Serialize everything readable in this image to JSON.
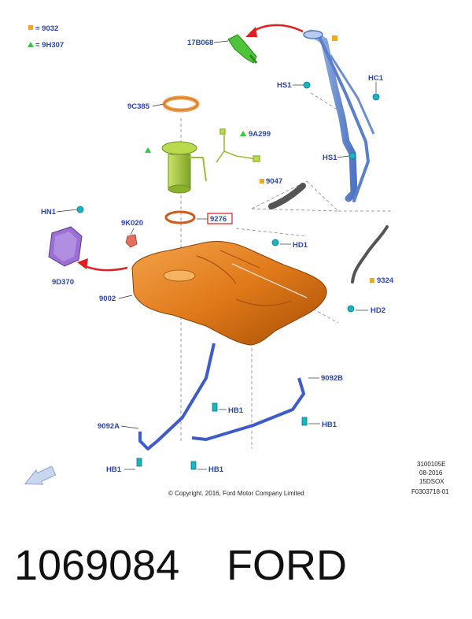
{
  "legend": [
    {
      "marker": "square",
      "color": "#f5a623",
      "text": "= 9032"
    },
    {
      "marker": "triangle",
      "color": "#2ecc40",
      "text": "= 9H307"
    }
  ],
  "labels": {
    "l17B068": "17B068",
    "lHS1a": "HS1",
    "lHC1": "HC1",
    "lHS1b": "HS1",
    "l9C385": "9C385",
    "l9A299": "9A299",
    "l9047": "9047",
    "lHN1": "HN1",
    "l9K020": "9K020",
    "l9276": "9276",
    "lHD1": "HD1",
    "l9324": "9324",
    "l9D370": "9D370",
    "l9002": "9002",
    "lHD2": "HD2",
    "l9092B": "9092B",
    "lHB1a": "HB1",
    "lHB1b": "HB1",
    "l9092A": "9092A",
    "lHB1c": "HB1",
    "lHB1d": "HB1"
  },
  "meta": {
    "line1": "3100105E",
    "line2": "08-2016",
    "line3": "15DSOX",
    "line4": "F0303718-01"
  },
  "copyright": "© Copyright. 2016, Ford Motor Company Limited",
  "footer": {
    "part_number": "1069084",
    "brand": "FORD"
  },
  "colors": {
    "label": "#2c46a8",
    "tank": "#e07a1a",
    "strap": "#3d5bc9",
    "filler": "#7ea0d8",
    "pump": "#a6cc3a",
    "arrow": "#e02020",
    "clip": "#19b3c4"
  }
}
